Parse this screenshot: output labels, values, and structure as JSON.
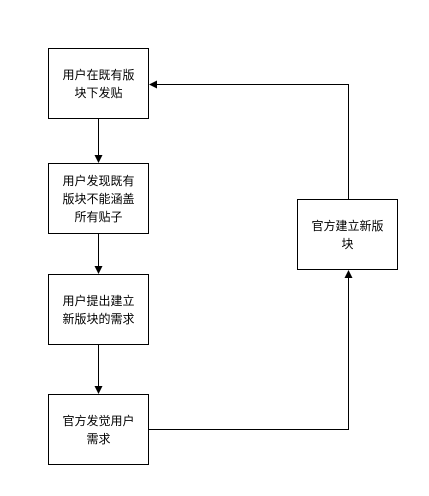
{
  "nodes": {
    "post": {
      "label": "用户在既有版\n块下发贴"
    },
    "discover": {
      "label": "用户发现既有\n版块不能涵盖\n所有贴子"
    },
    "propose": {
      "label": "用户提出建立\n新版块的需求"
    },
    "notice": {
      "label": "官方发觉用户\n需求"
    },
    "build": {
      "label": "官方建立新版\n块"
    }
  },
  "colors": {
    "stroke": "#000000",
    "background": "#ffffff"
  }
}
